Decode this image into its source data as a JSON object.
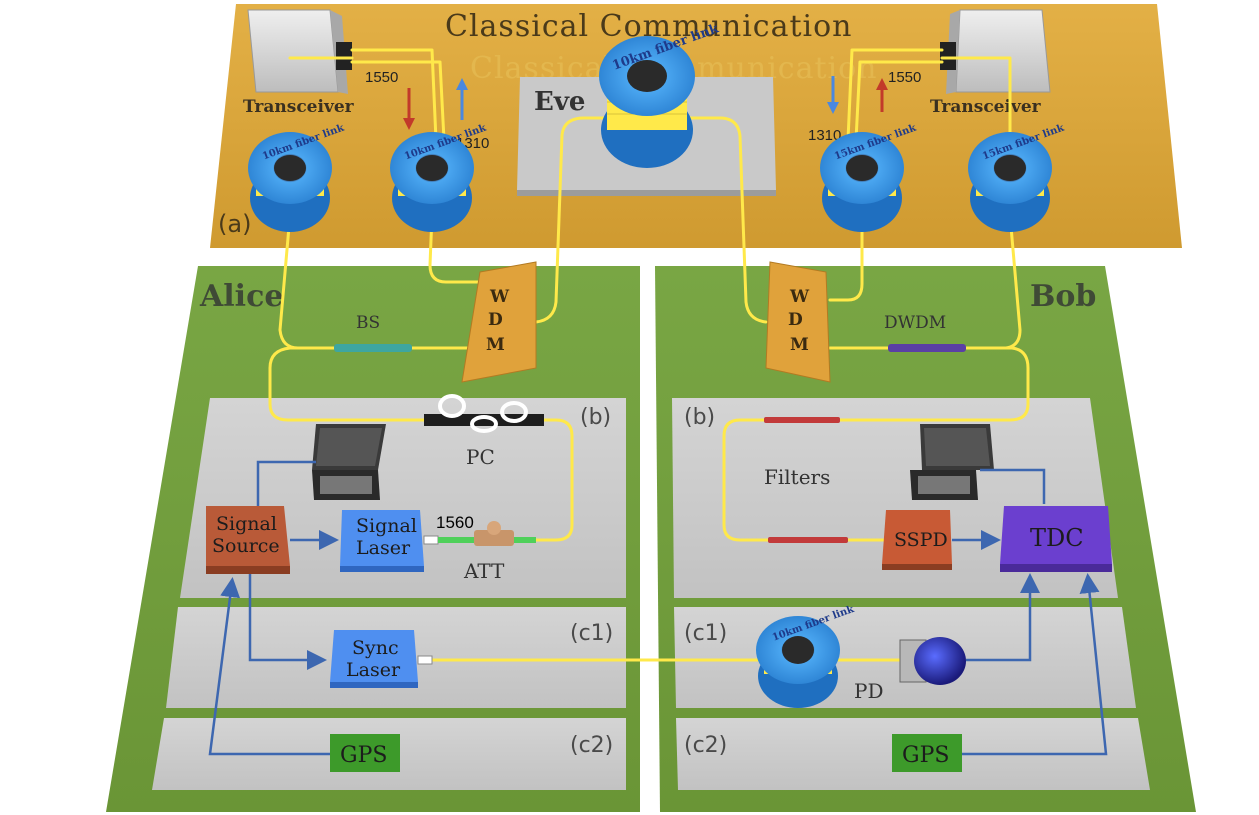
{
  "top": {
    "title": "Classical Communication",
    "title_ghost": "Classical Communication",
    "tag": "(a)",
    "eve": "Eve",
    "eve_spool": "10km fiber link",
    "alice_transceiver": "Transceiver",
    "bob_transceiver": "Transceiver",
    "alice_1550": "1550",
    "alice_1310": "1310",
    "bob_1550": "1550",
    "bob_1310": "1310",
    "spools": [
      "10km fiber link",
      "10km fiber link",
      "15km fiber link",
      "15km fiber link"
    ]
  },
  "alice": {
    "name": "Alice",
    "bs": "BS",
    "wdm": [
      "W",
      "D",
      "M"
    ],
    "panel_b": "(b)",
    "panel_c1": "(c1)",
    "panel_c2": "(c2)",
    "pc": "PC",
    "signal_source": [
      "Signal",
      "Source"
    ],
    "signal_laser": [
      "Signal",
      "Laser"
    ],
    "wavelength": "1560",
    "att": "ATT",
    "sync_laser": [
      "Sync",
      "Laser"
    ],
    "gps": "GPS"
  },
  "bob": {
    "name": "Bob",
    "dwdm": "DWDM",
    "wdm": [
      "W",
      "D",
      "M"
    ],
    "panel_b": "(b)",
    "panel_c1": "(c1)",
    "panel_c2": "(c2)",
    "filters": "Filters",
    "sspd": "SSPD",
    "tdc": "TDC",
    "spool": "10km fiber link",
    "pd": "PD",
    "gps": "GPS"
  },
  "colors": {
    "top_panel": "#d9a43a",
    "green_panel": "#6f9b3a",
    "gray_panel": "#c9c9c9",
    "fiber": "#ffe94a",
    "electrical": "#3d67b0",
    "spool_blue": "#3d9be9",
    "wdm": "#e0a23b",
    "signal_source": "#b95a38",
    "laser_blue": "#4f8ff0",
    "gps_green": "#3d9a2a",
    "tdc_purple": "#6b3fcf",
    "sspd": "#c85a35"
  }
}
